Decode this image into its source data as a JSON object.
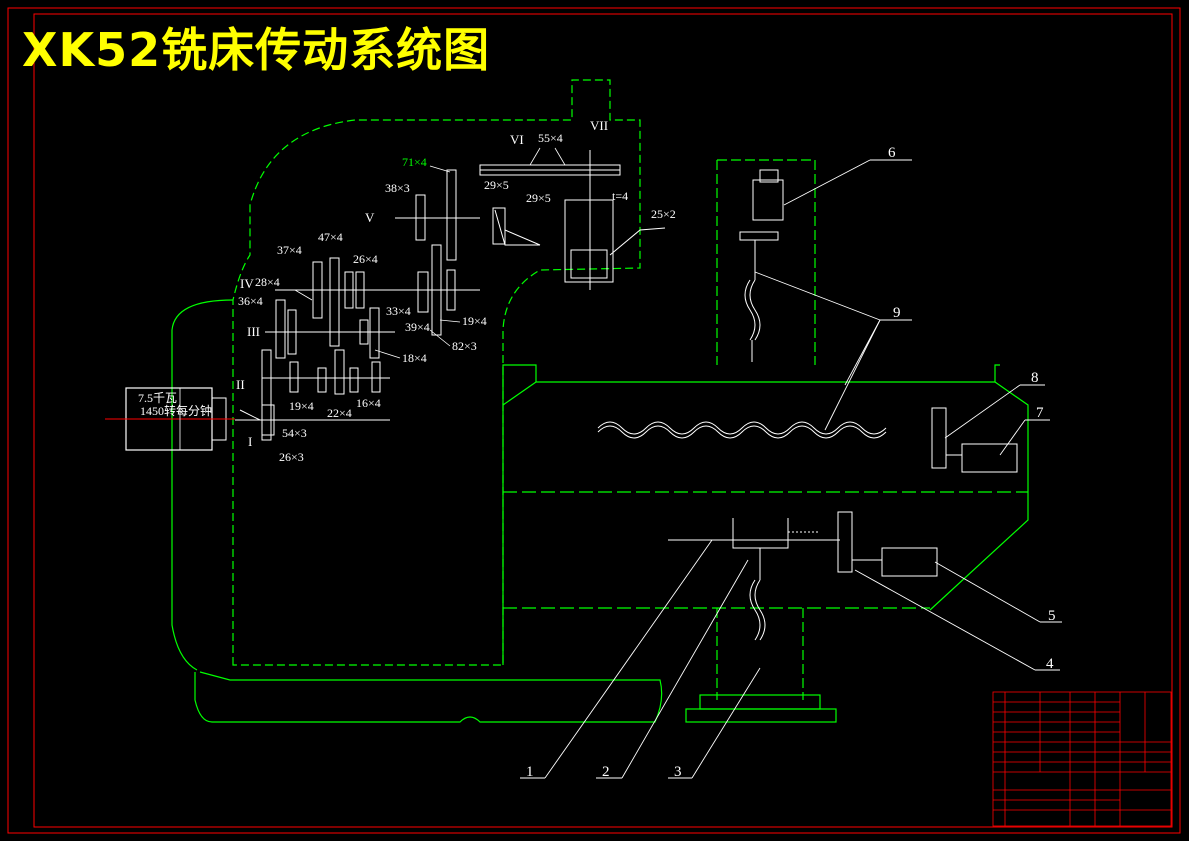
{
  "title": "XK52铣床传动系统图",
  "motor": {
    "power": "7.5千瓦",
    "speed": "1450转每分钟"
  },
  "shafts": [
    "I",
    "II",
    "III",
    "IV",
    "V",
    "VI",
    "VII"
  ],
  "gears": {
    "g_71x4": "71×4",
    "g_38x3": "38×3",
    "g_55x4": "55×4",
    "g_29x5a": "29×5",
    "g_29x5b": "29×5",
    "g_t4": "t=4",
    "g_25x2": "25×2",
    "g_47x4": "47×4",
    "g_37x4": "37×4",
    "g_26x4": "26×4",
    "g_28x4": "28×4",
    "g_36x4": "36×4",
    "g_33x4": "33×4",
    "g_39x4": "39×4",
    "g_19x4a": "19×4",
    "g_82x3": "82×3",
    "g_18x4": "18×4",
    "g_19x4b": "19×4",
    "g_22x4": "22×4",
    "g_16x4": "16×4",
    "g_54x3": "54×3",
    "g_26x3": "26×3"
  },
  "callouts": [
    "1",
    "2",
    "3",
    "4",
    "5",
    "6",
    "7",
    "8",
    "9"
  ],
  "colors": {
    "frame": "#ff0000",
    "outline": "#00ff00",
    "linework": "#ffffff",
    "title": "#ffff00",
    "highlight": "#00ff00"
  }
}
